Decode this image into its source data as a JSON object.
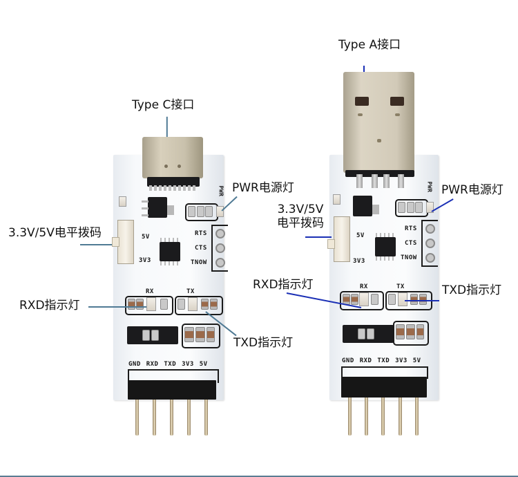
{
  "image_title": "USB to TTL serial adapter modules – Type C and Type A versions",
  "colors": {
    "callout_line_left_board": "#4f7a94",
    "callout_line_right_board": "#1a2fb5",
    "label_text": "#111111",
    "pcb_white": "#f7f9fb",
    "silkscreen": "#151515"
  },
  "left_board": {
    "connector_label": "Type C接口",
    "pwr_label": "PWR电源灯",
    "switch_label": "3.3V/5V电平拨码",
    "rxd_label": "RXD指示灯",
    "txd_label": "TXD指示灯",
    "silk": {
      "pwr": "PWR",
      "rts": "RTS",
      "cts": "CTS",
      "twon": "TNOW",
      "v5": "5V",
      "v3": "3V3",
      "rx": "RX",
      "tx": "TX",
      "pins": [
        "GND",
        "RXD",
        "TXD",
        "3V3",
        "5V"
      ]
    }
  },
  "right_board": {
    "connector_label": "Type A接口",
    "pwr_label": "PWR电源灯",
    "switch_label_line1": "3.3V/5V",
    "switch_label_line2": "电平拨码",
    "rxd_label": "RXD指示灯",
    "txd_label": "TXD指示灯",
    "silk": {
      "pwr": "PWR",
      "rts": "RTS",
      "cts": "CTS",
      "twon": "TNOW",
      "v5": "5V",
      "v3": "3V3",
      "rx": "RX",
      "tx": "TX",
      "pins": [
        "GND",
        "RXD",
        "TXD",
        "3V3",
        "5V"
      ]
    }
  }
}
